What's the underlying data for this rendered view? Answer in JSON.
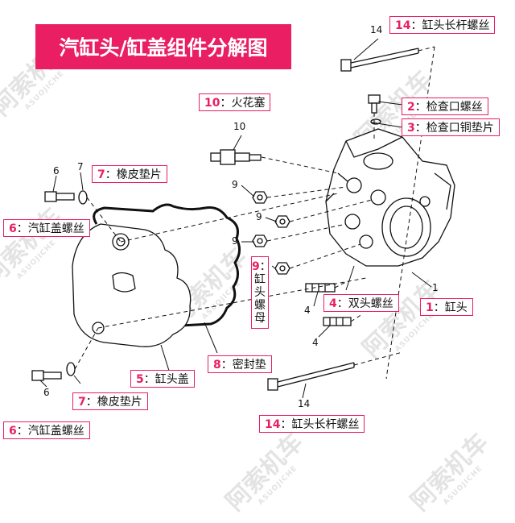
{
  "title": "汽缸头/缸盖组件分解图",
  "watermark": {
    "text": "阿索机车",
    "sub": "ASUOJICHE"
  },
  "labels": {
    "l14_top": {
      "num": "14",
      "text": "：缸头长杆螺丝"
    },
    "l10": {
      "num": "10",
      "text": "：火花塞"
    },
    "l2": {
      "num": "2",
      "text": "：检查口螺丝"
    },
    "l3": {
      "num": "3",
      "text": "：检查口铜垫片"
    },
    "l7_top": {
      "num": "7",
      "text": "：橡皮垫片"
    },
    "l6_top": {
      "num": "6",
      "text": "：汽缸盖螺丝"
    },
    "l4": {
      "num": "4",
      "text": "：双头螺丝"
    },
    "l1": {
      "num": "1",
      "text": "：缸头"
    },
    "l9": {
      "num": "9",
      "text": "：缸头螺母"
    },
    "l8": {
      "num": "8",
      "text": "：密封垫"
    },
    "l5": {
      "num": "5",
      "text": "：缸头盖"
    },
    "l7_bot": {
      "num": "7",
      "text": "：橡皮垫片"
    },
    "l6_bot": {
      "num": "6",
      "text": "：汽缸盖螺丝"
    },
    "l14_bot": {
      "num": "14",
      "text": "：缸头长杆螺丝"
    }
  },
  "callouts": {
    "c14a": "14",
    "c10": "10",
    "c9a": "9",
    "c9b": "9",
    "c9c": "9",
    "c6a": "6",
    "c7a": "7",
    "c1": "1",
    "c4a": "4",
    "c4b": "4",
    "c6b": "6",
    "c14b": "14"
  },
  "colors": {
    "accent": "#e91e63",
    "line": "#111111",
    "watermark": "#e3e3e3"
  }
}
